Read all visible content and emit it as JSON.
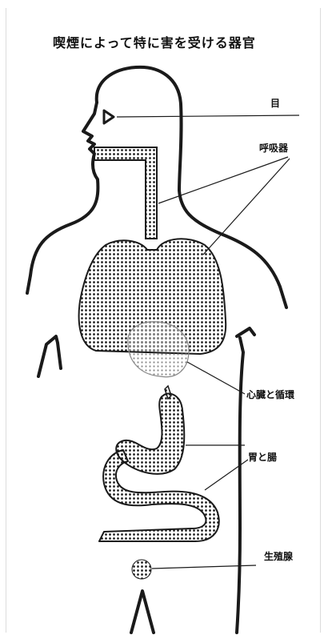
{
  "title": "喫煙によって特に害を受ける器官",
  "labels": {
    "eye": "目",
    "respiratory": "呼吸器",
    "heart": "心臓と循環",
    "stomach": "胃と腸",
    "reproductive": "生殖腺"
  },
  "colors": {
    "outline": "#1a1a1a",
    "dots": "#1a1a1a",
    "heart_dots": "#8a8a8a",
    "frame": "#dcdcdc"
  }
}
